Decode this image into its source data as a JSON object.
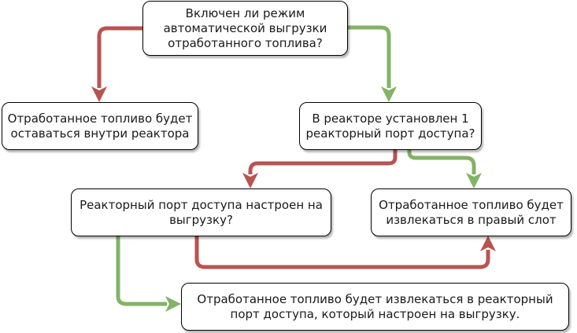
{
  "colors": {
    "yes": "#82b366",
    "no": "#b85450",
    "node_border": "#000000",
    "node_fill": "#ffffff"
  },
  "nodes": {
    "q_auto_unload": {
      "text": "Включен ли режим автоматической выгрузки отработанного топлива?"
    },
    "r_stays_inside": {
      "text": "Отработанное топливо будет оставаться внутри реактора"
    },
    "q_one_port": {
      "text": "В реакторе установлен 1 реакторный порт доступа?"
    },
    "q_port_unload": {
      "text": "Реакторный порт доступа настроен на выгрузку?"
    },
    "r_right_slot": {
      "text": "Отработанное топливо будет извлекаться в правый слот"
    },
    "r_to_port": {
      "text": "Отработанное топливо будет извлекаться в реакторный порт доступа, который настроен на выгрузку."
    }
  },
  "edges": [
    {
      "from": "q_auto_unload",
      "to": "r_stays_inside",
      "answer": "no"
    },
    {
      "from": "q_auto_unload",
      "to": "q_one_port",
      "answer": "yes"
    },
    {
      "from": "q_one_port",
      "to": "q_port_unload",
      "answer": "no"
    },
    {
      "from": "q_one_port",
      "to": "r_right_slot",
      "answer": "yes"
    },
    {
      "from": "q_port_unload",
      "to": "r_right_slot",
      "answer": "no"
    },
    {
      "from": "q_port_unload",
      "to": "r_to_port",
      "answer": "yes"
    }
  ]
}
